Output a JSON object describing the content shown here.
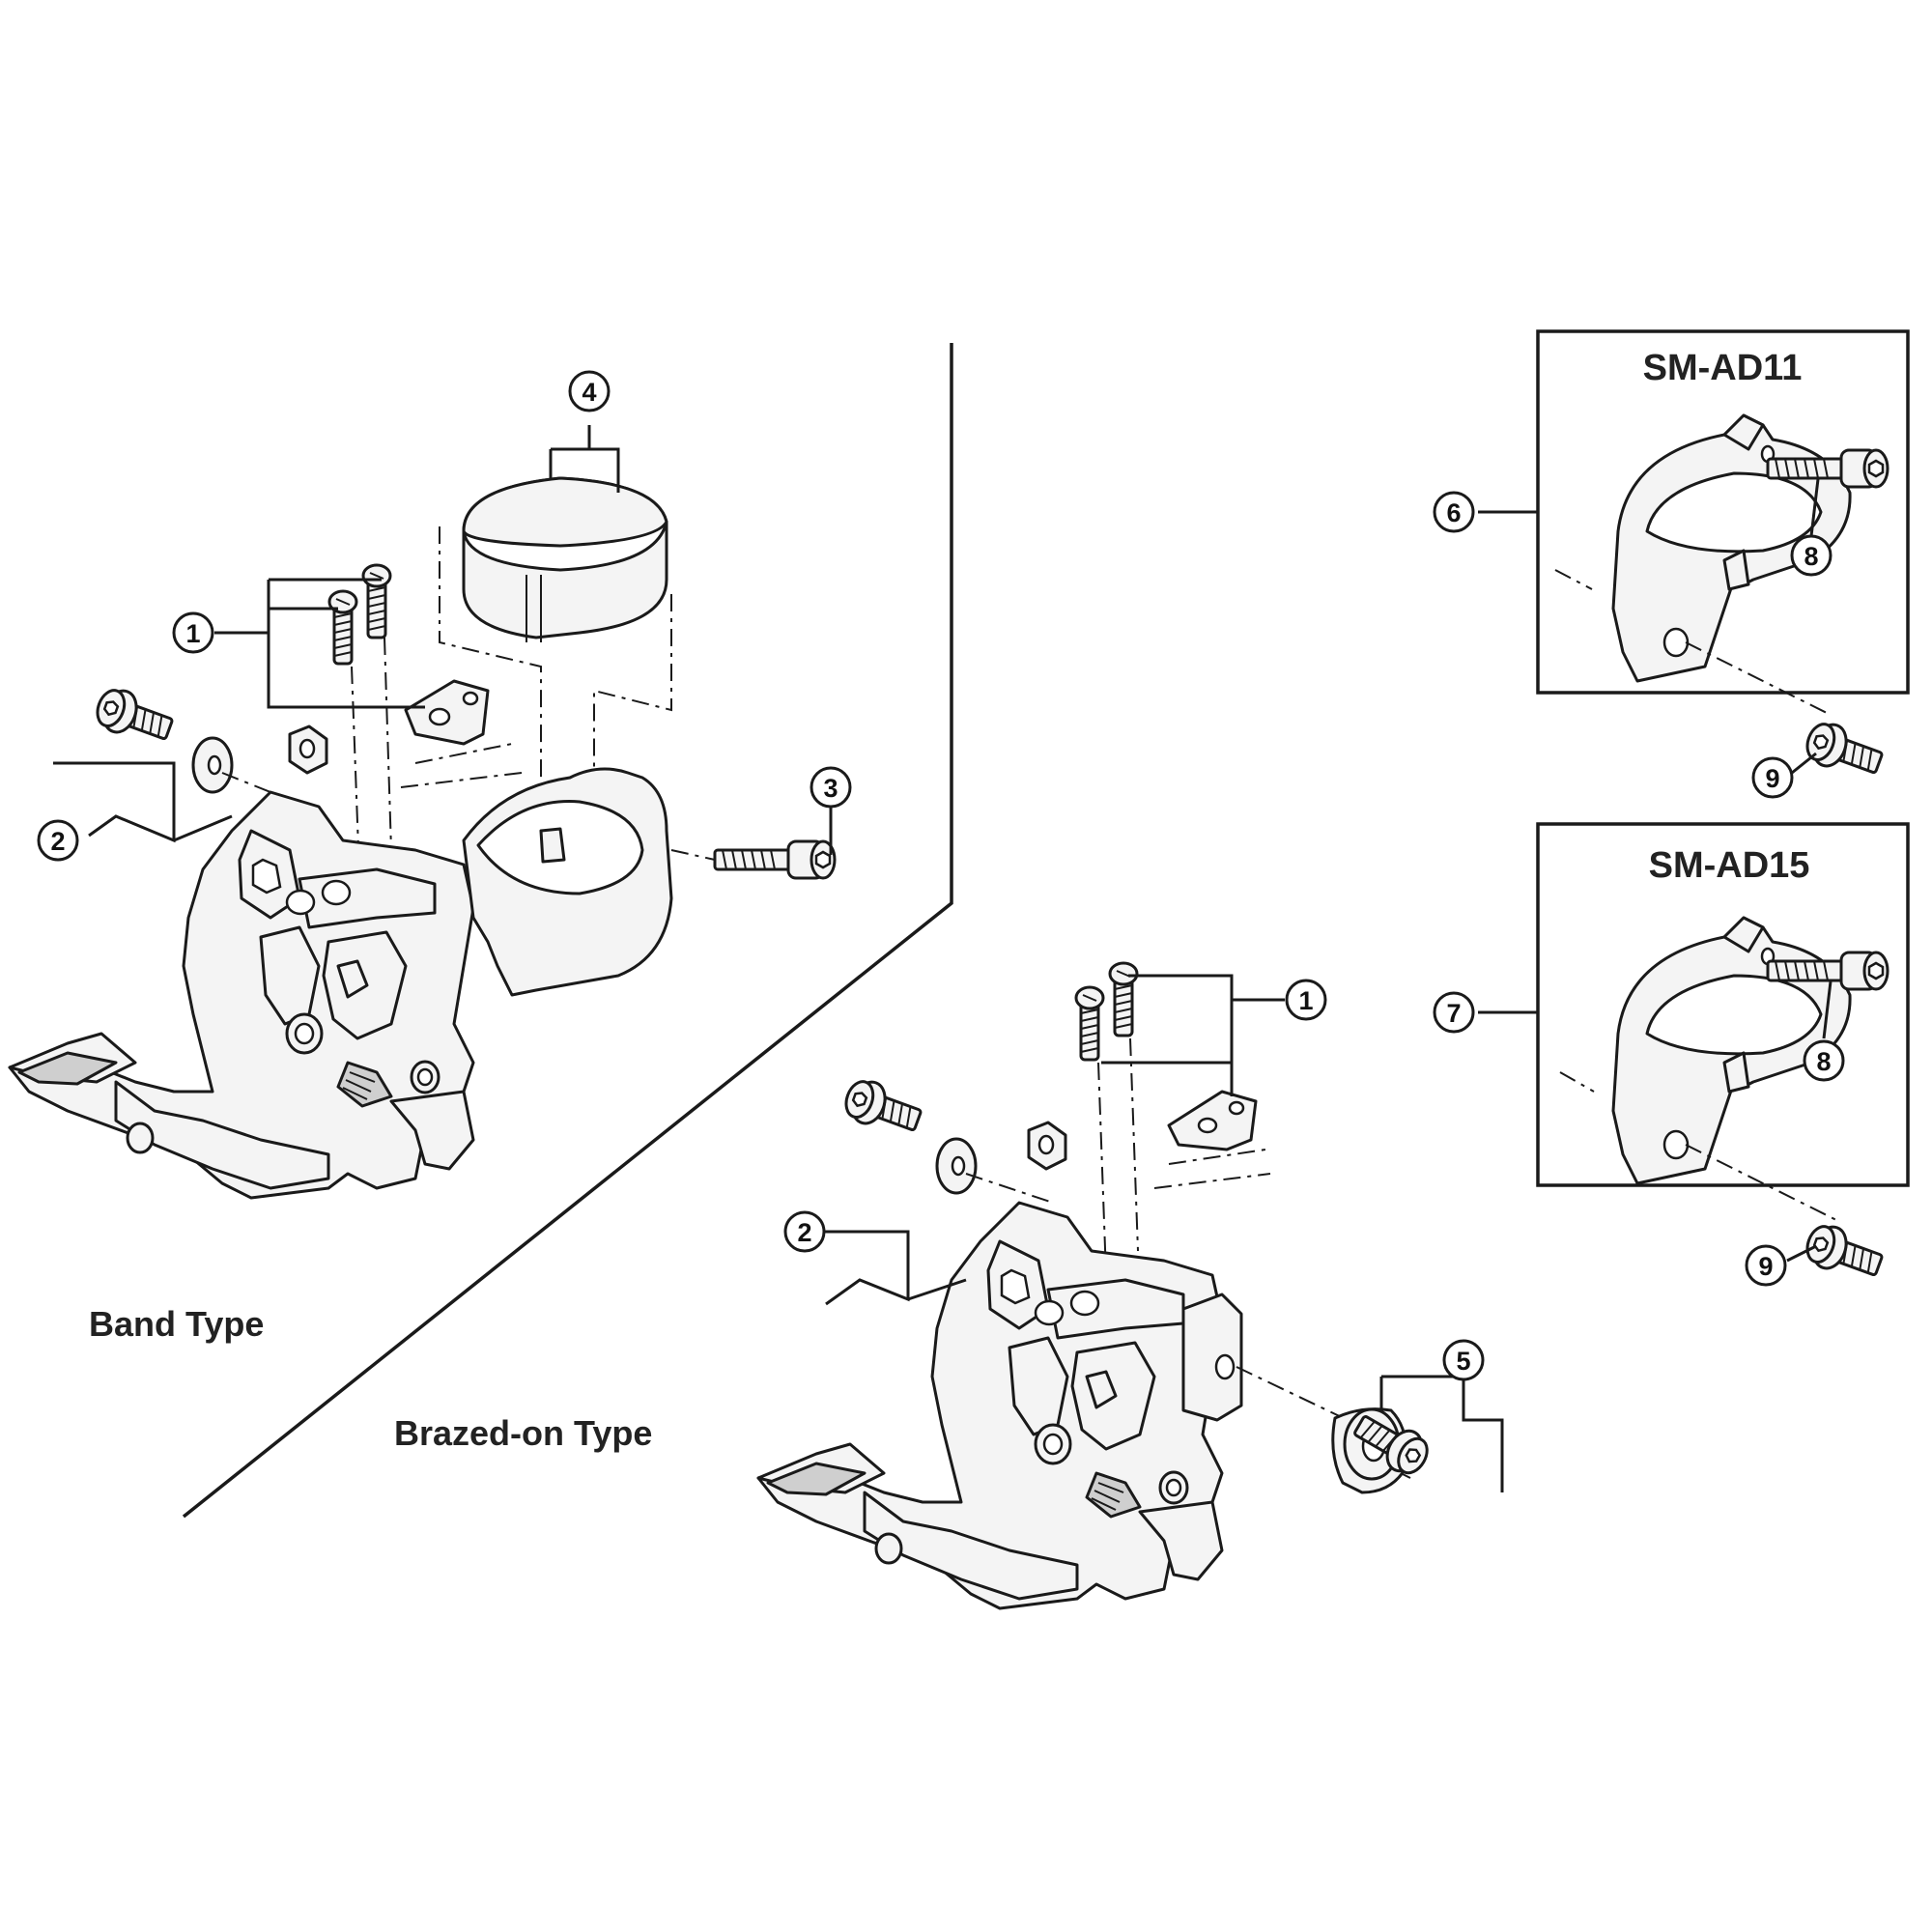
{
  "labels": {
    "band_type": "Band Type",
    "brazed_on_type": "Brazed-on Type",
    "box_top": "SM-AD11",
    "box_bottom": "SM-AD15"
  },
  "callouts": {
    "band_1": "1",
    "band_2": "2",
    "band_3": "3",
    "band_4": "4",
    "brazed_1": "1",
    "brazed_2": "2",
    "brazed_5": "5",
    "ad11_6": "6",
    "ad11_8": "8",
    "ad11_9": "9",
    "ad15_7": "7",
    "ad15_8": "8",
    "ad15_9": "9"
  },
  "colors": {
    "line": "#1a1a1a",
    "part_fill": "#f4f4f4",
    "background": "#ffffff"
  }
}
